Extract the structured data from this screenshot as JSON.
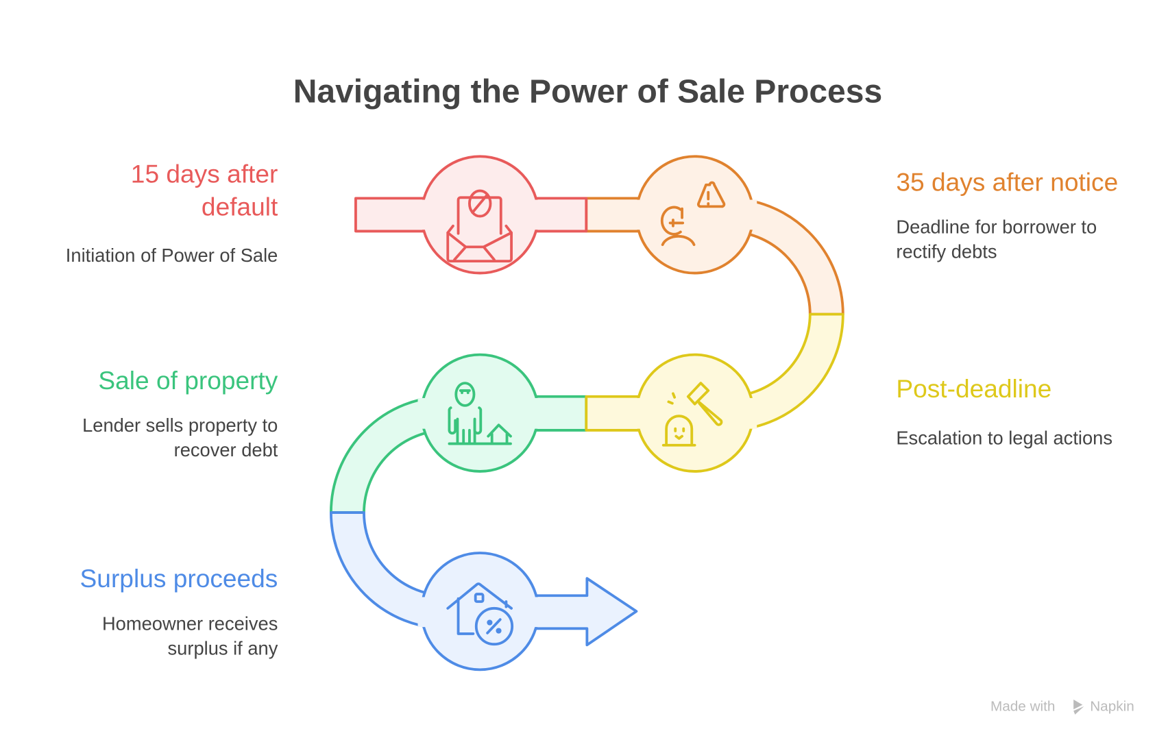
{
  "title": "Navigating the Power of Sale Process",
  "steps": [
    {
      "heading_lines": [
        "15 days after",
        "default"
      ],
      "description_lines": [
        "Initiation of Power of Sale"
      ],
      "icon": "envelope-prohibited-icon",
      "color": "#E85A5A",
      "fill": "#FDECEC"
    },
    {
      "heading_lines": [
        "35 days after notice"
      ],
      "description_lines": [
        "Deadline for borrower to",
        "rectify debts"
      ],
      "icon": "euro-person-warning-icon",
      "color": "#E0822E",
      "fill": "#FEF1E6"
    },
    {
      "heading_lines": [
        "Post-deadline"
      ],
      "description_lines": [
        "Escalation to legal actions"
      ],
      "icon": "gavel-tombstone-icon",
      "color": "#DEC81A",
      "fill": "#FEF9DC"
    },
    {
      "heading_lines": [
        "Sale of property"
      ],
      "description_lines": [
        "Lender sells property to",
        "recover debt"
      ],
      "icon": "person-house-icon",
      "color": "#3AC47D",
      "fill": "#E2FBEF"
    },
    {
      "heading_lines": [
        "Surplus proceeds"
      ],
      "description_lines": [
        "Homeowner receives",
        "surplus if any"
      ],
      "icon": "house-percent-icon",
      "color": "#4E8BE6",
      "fill": "#EAF2FE"
    }
  ],
  "watermark": {
    "prefix": "Made with",
    "brand": "Napkin"
  }
}
